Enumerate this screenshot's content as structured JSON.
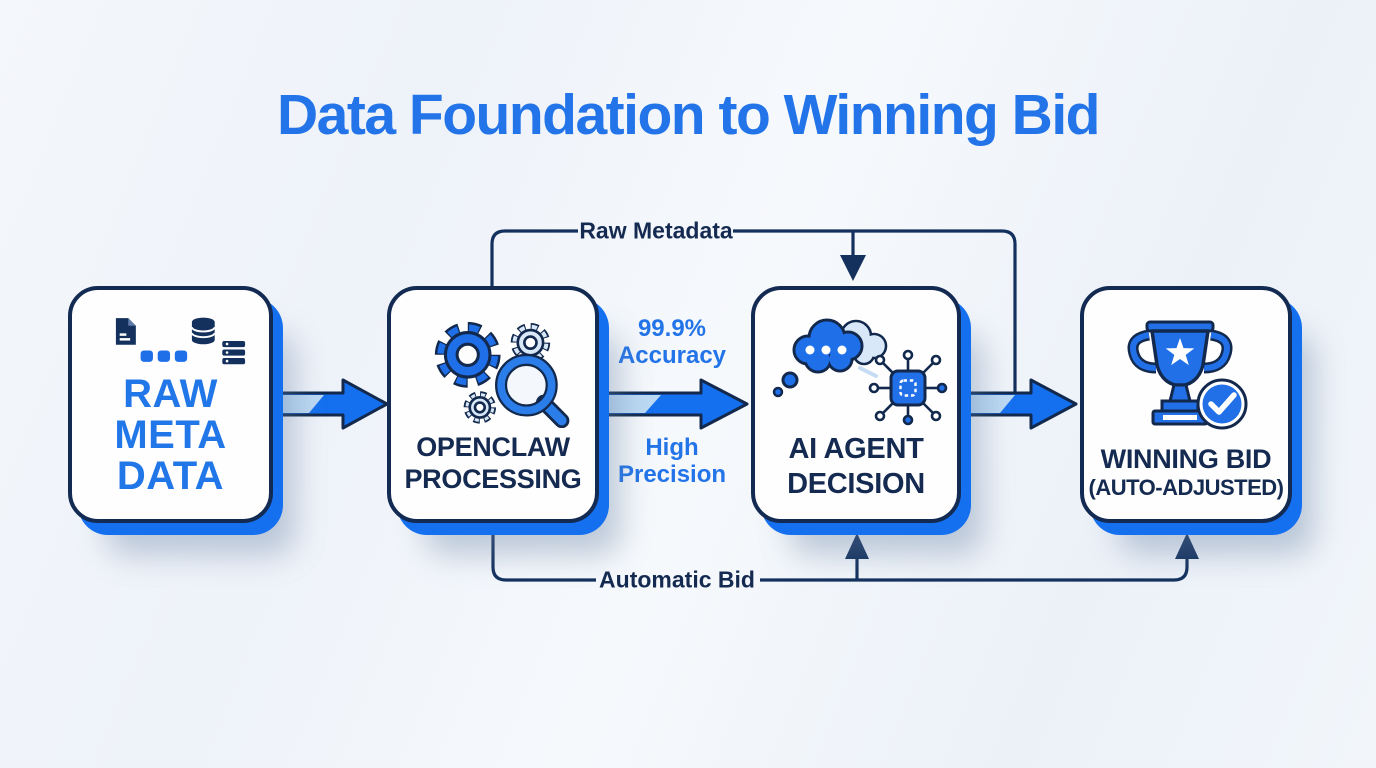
{
  "title": "Data Foundation to Winning Bid",
  "nodes": [
    {
      "id": "raw-meta-data",
      "icon": "raw-data-sources-icon",
      "label_lines": [
        "RAW",
        "META",
        "DATA"
      ]
    },
    {
      "id": "openclaw-processing",
      "icon": "gears-magnifier-icon",
      "label_lines": [
        "OPENCLAW",
        "PROCESSING"
      ]
    },
    {
      "id": "ai-agent-decision",
      "icon": "thought-cloud-chip-icon",
      "label_lines": [
        "AI AGENT",
        "DECISION"
      ]
    },
    {
      "id": "winning-bid",
      "icon": "trophy-check-icon",
      "label_lines": [
        "WINNING BID",
        "(AUTO-ADJUSTED)"
      ]
    }
  ],
  "flow_labels": {
    "top": "Raw Metadata",
    "bottom": "Automatic Bid"
  },
  "annotations": {
    "accuracy": [
      "99.9%",
      "Accuracy"
    ],
    "precision": [
      "High",
      "Precision"
    ]
  },
  "colors": {
    "title_blue": "#2274e8",
    "primary_blue": "#1570ef",
    "light_blue_highlight": "#bcd9f4",
    "navy_outline": "#12294d",
    "navy_text": "#142a50",
    "blue_node_text": "#2176e8",
    "background": "#eff3f9",
    "node_fill": "#fffefe"
  }
}
